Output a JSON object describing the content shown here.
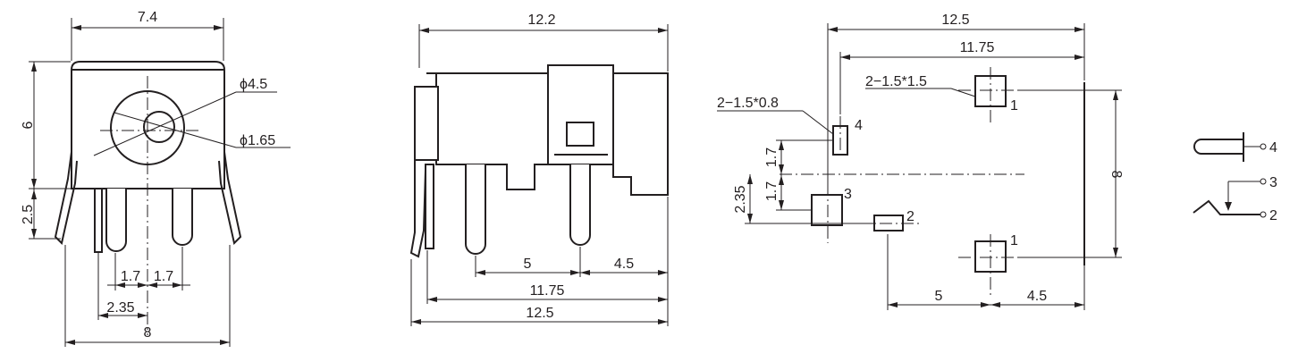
{
  "front_view": {
    "width_top": "7.4",
    "height": "6",
    "dia_outer": "ϕ4.5",
    "dia_inner": "ϕ1.65",
    "pin_length": "2.5",
    "pitch_a": "1.7",
    "pitch_b": "1.7",
    "pin_offset": "2.35",
    "width_bottom": "8"
  },
  "side_view": {
    "length_top": "12.2",
    "pitch_left": "5",
    "pitch_right": "4.5",
    "length_inner": "11.75",
    "length_bottom": "12.5"
  },
  "footprint": {
    "length_top": "12.5",
    "length_inner": "11.75",
    "pad_label_small": "2−1.5*0.8",
    "pad_label_square": "2−1.5*1.5",
    "gap_upper": "1.7",
    "gap_lower": "1.7",
    "offset": "2.35",
    "height": "8",
    "pitch_left": "5",
    "pitch_right": "4.5",
    "pad_1_top": "1",
    "pad_4": "4",
    "pad_3": "3",
    "pad_2": "2",
    "pad_1_bottom": "1"
  },
  "schematic": {
    "pin_4": "4",
    "pin_3": "3",
    "pin_2": "2"
  }
}
